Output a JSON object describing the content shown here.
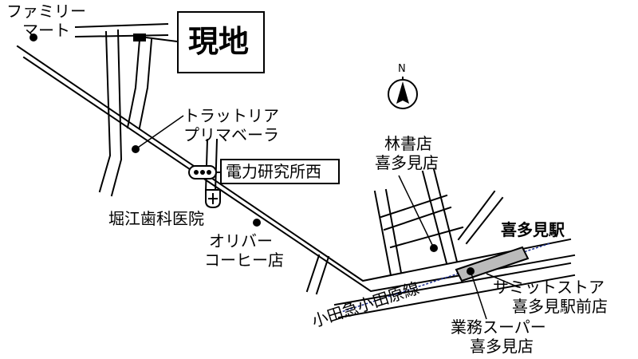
{
  "map": {
    "site_label": "現地",
    "north_label": "N",
    "places": {
      "family_mart": [
        "ファミリー",
        "マート"
      ],
      "trattoria": [
        "トラットリア",
        "プリマベーラ"
      ],
      "bus_stop": "電力研究所西",
      "horie_dental": "堀江歯科医院",
      "olive_coffee": [
        "オリバー",
        "コーヒー店"
      ],
      "hayashi_books": [
        "林書店",
        "喜多見店"
      ],
      "station": "喜多見駅",
      "summit_store": [
        "サミットストア",
        "喜多見駅前店"
      ],
      "gyomu_super": [
        "業務スーパー",
        "喜多見店"
      ],
      "railway": "小田急小田原線"
    }
  }
}
